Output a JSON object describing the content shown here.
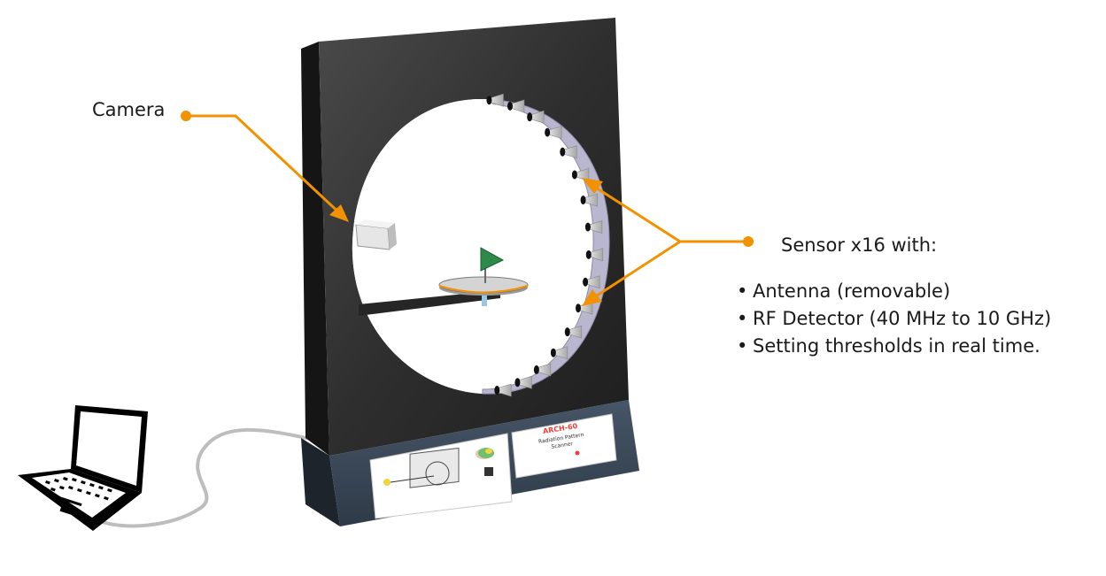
{
  "labels": {
    "camera": "Camera",
    "sensor_title": "Sensor x16 with:"
  },
  "features": [
    "Antenna (removable)",
    "RF Detector (40 MHz to 10 GHz)",
    "Setting thresholds in real time."
  ],
  "placard": {
    "model": "ARCH-60",
    "subtitle_line1": "Radiation Pattern",
    "subtitle_line2": "Scanner"
  },
  "colors": {
    "accent": "#F39200",
    "frame": "#2B2B2B",
    "base": "#3E4B5A",
    "ring": "#B9B6CF",
    "cable": "#BDBDBD"
  },
  "icons": {
    "laptop": "laptop-icon",
    "bullet": "•"
  },
  "sensor_count": 16
}
